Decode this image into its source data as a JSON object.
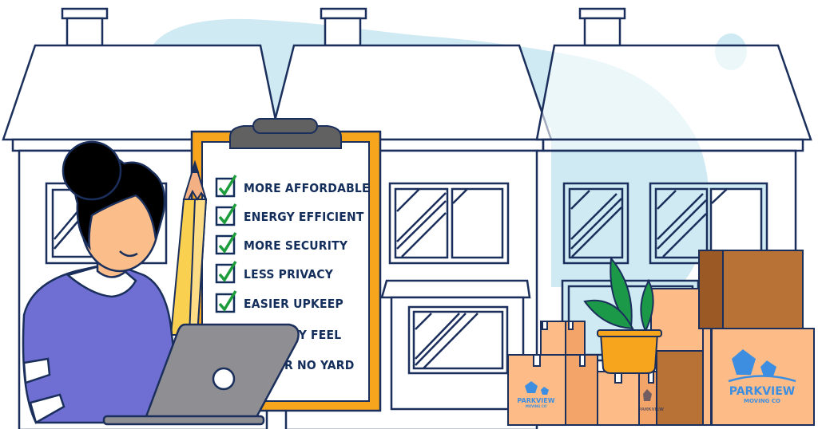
{
  "illustration": {
    "theme": "Townhouse pros and cons checklist",
    "colors": {
      "outline": "#1b2f5c",
      "sky_blob": "#cfeaf3",
      "clipboard": "#f6a51d",
      "clip": "#616161",
      "check_green": "#1c9c3b",
      "sweater": "#6f6fd3",
      "skin": "#fbbe8a",
      "laptop": "#8f8f93",
      "box_light": "#fdbc87",
      "box_mid": "#f2a469",
      "box_dark": "#b87236",
      "logo_blue": "#3d8ee0",
      "plant": "#1c9849",
      "pot": "#f6a51d"
    }
  },
  "checklist": {
    "items": [
      {
        "label": "MORE AFFORDABLE",
        "checked": true
      },
      {
        "label": "ENERGY EFFICIENT",
        "checked": true
      },
      {
        "label": "MORE SECURITY",
        "checked": true
      },
      {
        "label": "LESS PRIVACY",
        "checked": true
      },
      {
        "label": "EASIER UPKEEP",
        "checked": true
      },
      {
        "label": "TY FEEL",
        "checked": false
      },
      {
        "label": "R NO YARD",
        "checked": false
      }
    ]
  },
  "branding": {
    "company_name": "PARKVIEW",
    "company_tagline": "MOVING CO"
  }
}
